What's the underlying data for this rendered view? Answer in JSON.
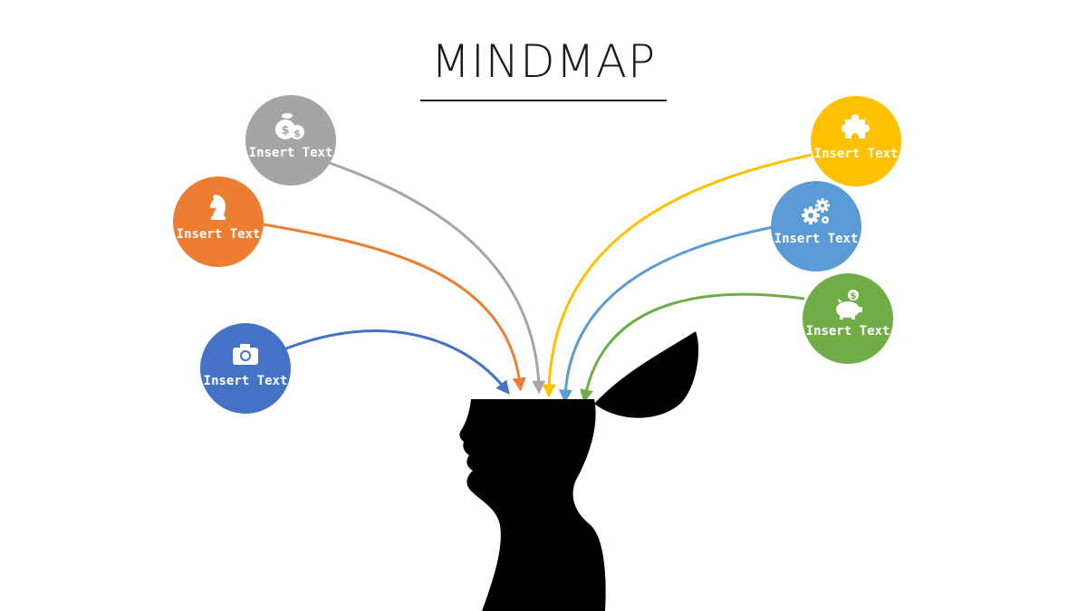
{
  "title": "MINDMAP",
  "nodes": [
    {
      "id": "money-bag",
      "label": "Insert Text",
      "color": "#a5a5a5",
      "icon": "money-bag-icon"
    },
    {
      "id": "chess-knight",
      "label": "Insert Text",
      "color": "#ed7d31",
      "icon": "chess-knight-icon"
    },
    {
      "id": "camera",
      "label": "Insert Text",
      "color": "#4472c4",
      "icon": "camera-icon"
    },
    {
      "id": "puzzle",
      "label": "Insert Text",
      "color": "#ffc000",
      "icon": "puzzle-icon"
    },
    {
      "id": "gears",
      "label": "Insert Text",
      "color": "#5b9bd5",
      "icon": "gears-icon"
    },
    {
      "id": "piggy-bank",
      "label": "Insert Text",
      "color": "#70ad47",
      "icon": "piggy-bank-icon"
    }
  ],
  "head_color": "#000000"
}
